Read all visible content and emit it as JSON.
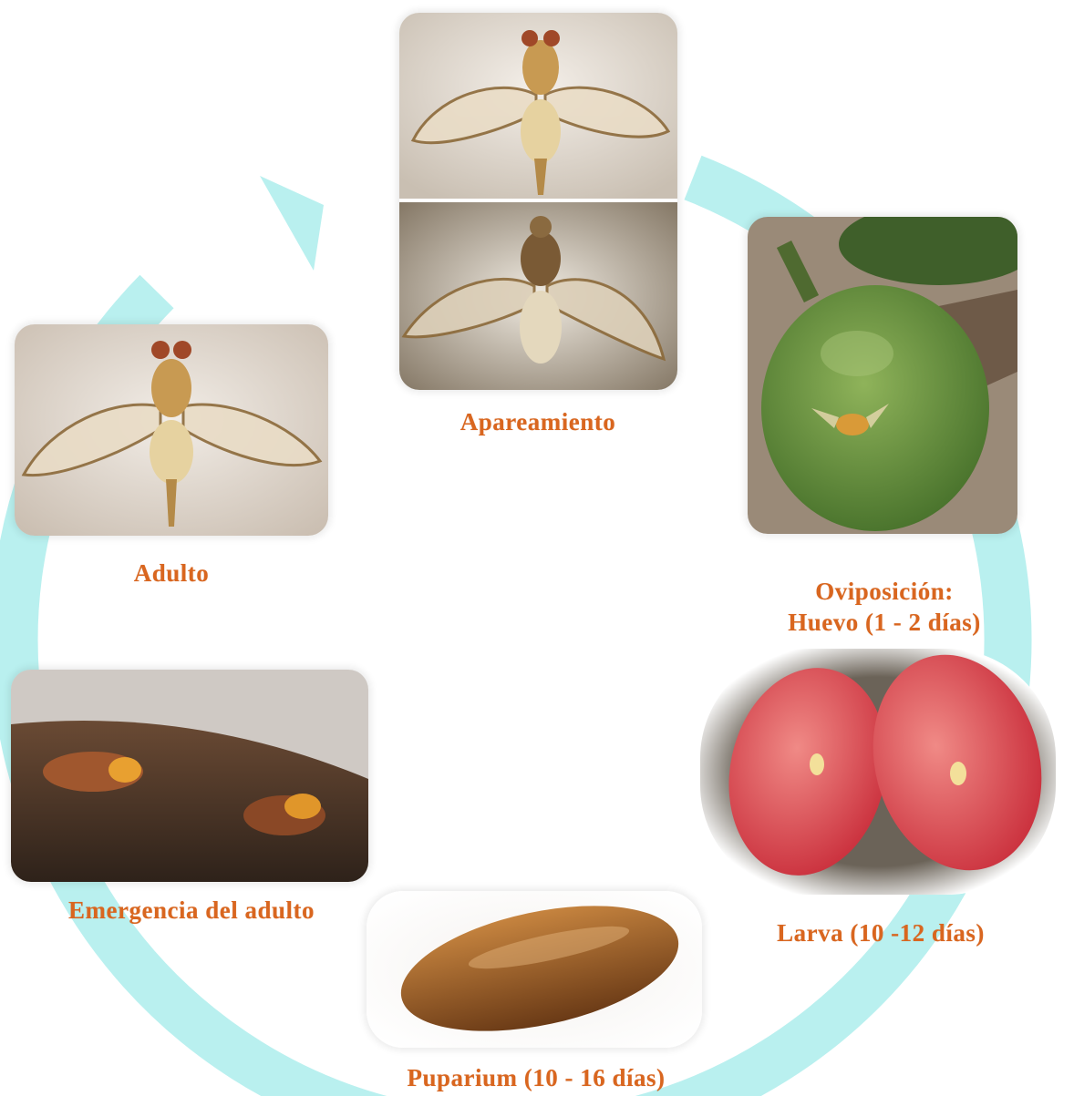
{
  "stages": {
    "mating": {
      "label": "Apareamiento"
    },
    "oviposition": {
      "label_line1": "Oviposición:",
      "label_line2": "Huevo (1 - 2 días)"
    },
    "larva": {
      "label": "Larva (10 -12 días)"
    },
    "puparium": {
      "label": "Puparium (10 - 16 días)"
    },
    "emergence": {
      "label": "Emergencia del adulto"
    },
    "adult": {
      "label": "Adulto"
    }
  },
  "colors": {
    "cycle_arrow": "#b9f0ef",
    "caption": "#d9661f"
  }
}
